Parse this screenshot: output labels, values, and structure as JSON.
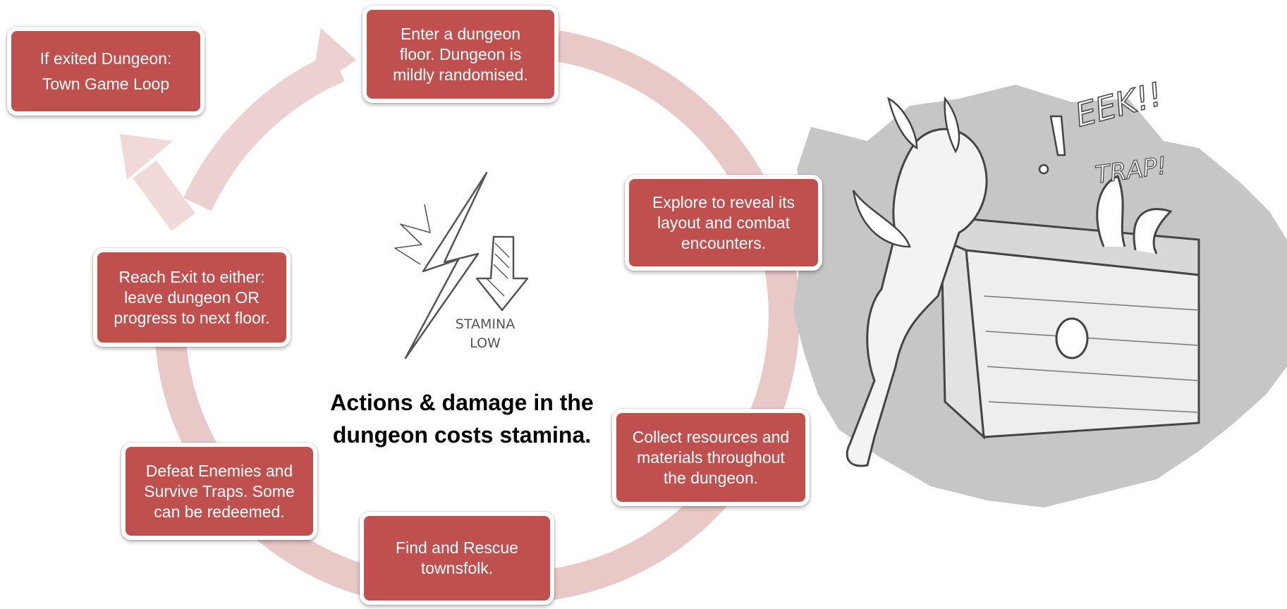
{
  "colors": {
    "box_fill": "#c0504d",
    "box_border": "#ffffff",
    "cycle_arrow": "#e8c9c8",
    "text_on_box": "#ffffff",
    "illustration_backdrop": "#c6c6c6"
  },
  "cycle": {
    "steps": [
      {
        "id": "enter",
        "lines": [
          "Enter a dungeon",
          "floor. Dungeon is",
          "mildly randomised."
        ]
      },
      {
        "id": "explore",
        "lines": [
          "Explore to reveal its",
          "layout and combat",
          "encounters."
        ]
      },
      {
        "id": "collect",
        "lines": [
          "Collect resources and",
          "materials throughout",
          "the dungeon."
        ]
      },
      {
        "id": "rescue",
        "lines": [
          "Find and Rescue",
          "townsfolk."
        ]
      },
      {
        "id": "defeat",
        "lines": [
          "Defeat Enemies and",
          "Survive Traps. Some",
          "can be redeemed."
        ]
      },
      {
        "id": "exit",
        "lines": [
          "Reach Exit to either:",
          "leave dungeon OR",
          "progress to next floor."
        ]
      }
    ]
  },
  "exit_box": {
    "lines": [
      "If exited Dungeon:",
      "Town Game Loop"
    ]
  },
  "center": {
    "lines": [
      "Actions & damage in the",
      "dungeon costs stamina."
    ]
  },
  "stamina_icon": {
    "icon": "lightning-bolt-down-arrow-icon",
    "label_lines": [
      "STAMINA",
      "LOW"
    ]
  },
  "illustration": {
    "icon": "trap-chest-illustration",
    "exclaim": "EEK!!",
    "caption": "TRAP!"
  }
}
